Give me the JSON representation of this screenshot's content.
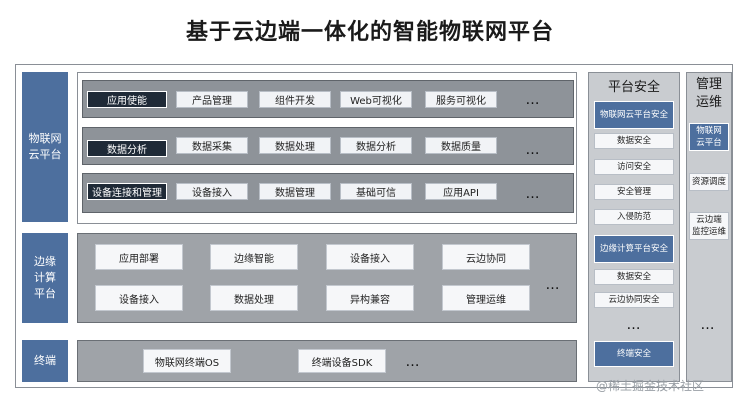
{
  "title": "基于云边端一体化的智能物联网平台",
  "cloud": {
    "label_line1": "物联网",
    "label_line2": "云平台",
    "rows": [
      {
        "head": "应用使能",
        "items": [
          "产品管理",
          "组件开发",
          "Web可视化",
          "服务可视化"
        ],
        "more": "…"
      },
      {
        "head": "数据分析",
        "items": [
          "数据采集",
          "数据处理",
          "数据分析",
          "数据质量"
        ],
        "more": "…"
      },
      {
        "head": "设备连接和管理",
        "items": [
          "设备接入",
          "数据管理",
          "基础可信",
          "应用API"
        ],
        "more": "…"
      }
    ]
  },
  "edge": {
    "label_line1": "边缘",
    "label_line2": "计算",
    "label_line3": "平台",
    "row1": [
      "应用部署",
      "边缘智能",
      "设备接入",
      "云边协同"
    ],
    "row2": [
      "设备接入",
      "数据处理",
      "异构兼容",
      "管理运维"
    ],
    "more": "…"
  },
  "terminal": {
    "label": "终端",
    "items": [
      "物联网终端OS",
      "终端设备SDK"
    ],
    "more": "…"
  },
  "security": {
    "header": "平台安全",
    "cloud_head": "物联网云平台安全",
    "cloud_items": [
      "数据安全",
      "访问安全",
      "安全管理",
      "入侵防范"
    ],
    "edge_head": "边缘计算平台安全",
    "edge_items": [
      "数据安全",
      "云边协同安全"
    ],
    "more": "…",
    "terminal_head": "终端安全"
  },
  "ops": {
    "header_line1": "管理",
    "header_line2": "运维",
    "head_line1": "物联网",
    "head_line2": "云平台",
    "item1": "资源调度",
    "item2_line1": "云边端",
    "item2_line2": "监控运维",
    "more": "…"
  },
  "watermark": "@稀土掘金技术社区"
}
